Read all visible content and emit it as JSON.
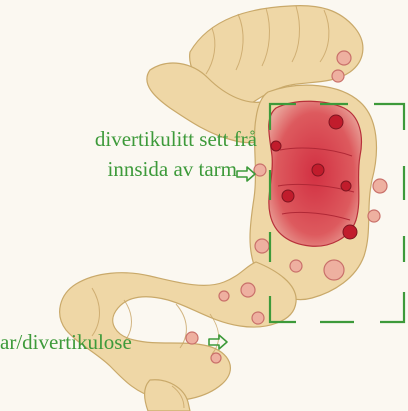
{
  "labels": {
    "inside_view_line1": "divertikulitt sett frå",
    "inside_view_line2": "innsida av tarm",
    "diverticula": "ar/divertikulose"
  },
  "colors": {
    "label_text": "#3d9a3a",
    "focus_box": "#3d9a3a",
    "colon": "#ecd09a",
    "inflamed": "#d8404a",
    "diverticulum": "#e58d80",
    "background": "#fbf8f1"
  },
  "icons": [
    "arrow-right-icon",
    "arrow-right-icon"
  ]
}
